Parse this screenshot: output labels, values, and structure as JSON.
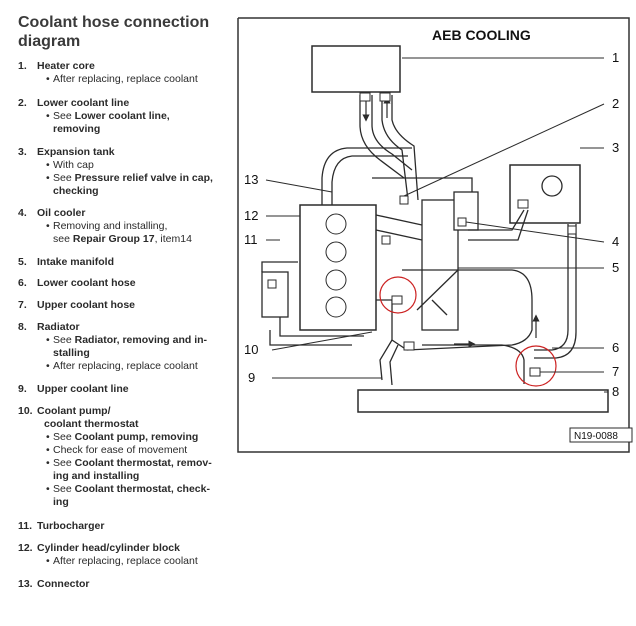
{
  "legend": {
    "title_line1": "Coolant hose connection",
    "title_line2": "diagram",
    "items": [
      {
        "num": "1.",
        "label": "Heater core",
        "subs": [
          {
            "parts": [
              {
                "t": "After replacing, replace coolant"
              }
            ]
          }
        ]
      },
      {
        "num": "2.",
        "label": "Lower coolant line",
        "subs": [
          {
            "parts": [
              {
                "t": "See "
              },
              {
                "t": "Lower coolant line,",
                "b": true
              }
            ]
          },
          {
            "cont": true,
            "parts": [
              {
                "t": "removing",
                "b": true
              }
            ]
          }
        ]
      },
      {
        "num": "3.",
        "label": "Expansion tank",
        "subs": [
          {
            "parts": [
              {
                "t": "With cap"
              }
            ]
          },
          {
            "parts": [
              {
                "t": "See "
              },
              {
                "t": "Pressure relief valve in cap,",
                "b": true
              }
            ]
          },
          {
            "cont": true,
            "parts": [
              {
                "t": "checking",
                "b": true
              }
            ]
          }
        ]
      },
      {
        "num": "4.",
        "label": "Oil cooler",
        "subs": [
          {
            "parts": [
              {
                "t": "Removing and installing,"
              }
            ]
          },
          {
            "cont": true,
            "parts": [
              {
                "t": "see "
              },
              {
                "t": "Repair Group 17",
                "b": true
              },
              {
                "t": ", item14"
              }
            ]
          }
        ]
      },
      {
        "num": "5.",
        "label": "Intake manifold",
        "subs": []
      },
      {
        "num": "6.",
        "label": "Lower coolant hose",
        "subs": []
      },
      {
        "num": "7.",
        "label": "Upper coolant hose",
        "subs": []
      },
      {
        "num": "8.",
        "label": "Radiator",
        "subs": [
          {
            "parts": [
              {
                "t": "See "
              },
              {
                "t": "Radiator, removing and in-",
                "b": true
              }
            ]
          },
          {
            "cont": true,
            "parts": [
              {
                "t": "stalling",
                "b": true
              }
            ]
          },
          {
            "parts": [
              {
                "t": "After replacing, replace coolant"
              }
            ]
          }
        ]
      },
      {
        "num": "9.",
        "label": "Upper coolant line",
        "subs": []
      },
      {
        "num": "10.",
        "label": "Coolant pump/",
        "label2": "coolant thermostat",
        "subs": [
          {
            "parts": [
              {
                "t": "See "
              },
              {
                "t": "Coolant pump, removing",
                "b": true
              }
            ]
          },
          {
            "parts": [
              {
                "t": "Check for ease of movement"
              }
            ]
          },
          {
            "parts": [
              {
                "t": "See "
              },
              {
                "t": "Coolant thermostat, remov-",
                "b": true
              }
            ]
          },
          {
            "cont": true,
            "parts": [
              {
                "t": "ing and installing",
                "b": true
              }
            ]
          },
          {
            "parts": [
              {
                "t": "See "
              },
              {
                "t": "Coolant thermostat, check-",
                "b": true
              }
            ]
          },
          {
            "cont": true,
            "parts": [
              {
                "t": "ing",
                "b": true
              }
            ]
          }
        ]
      },
      {
        "num": "11.",
        "label": "Turbocharger",
        "subs": []
      },
      {
        "num": "12.",
        "label": "Cylinder head/cylinder block",
        "subs": [
          {
            "parts": [
              {
                "t": "After replacing, replace coolant"
              }
            ]
          }
        ]
      },
      {
        "num": "13.",
        "label": "Connector",
        "subs": []
      }
    ]
  },
  "diagram": {
    "heading": "AEB COOLING",
    "ref_code": "N19-0088",
    "callouts": [
      "1",
      "2",
      "3",
      "4",
      "5",
      "6",
      "7",
      "8",
      "9",
      "10",
      "11",
      "12",
      "13"
    ],
    "colors": {
      "line": "#2b2b2b",
      "highlight": "#cc2222",
      "frame": "#333333"
    }
  }
}
